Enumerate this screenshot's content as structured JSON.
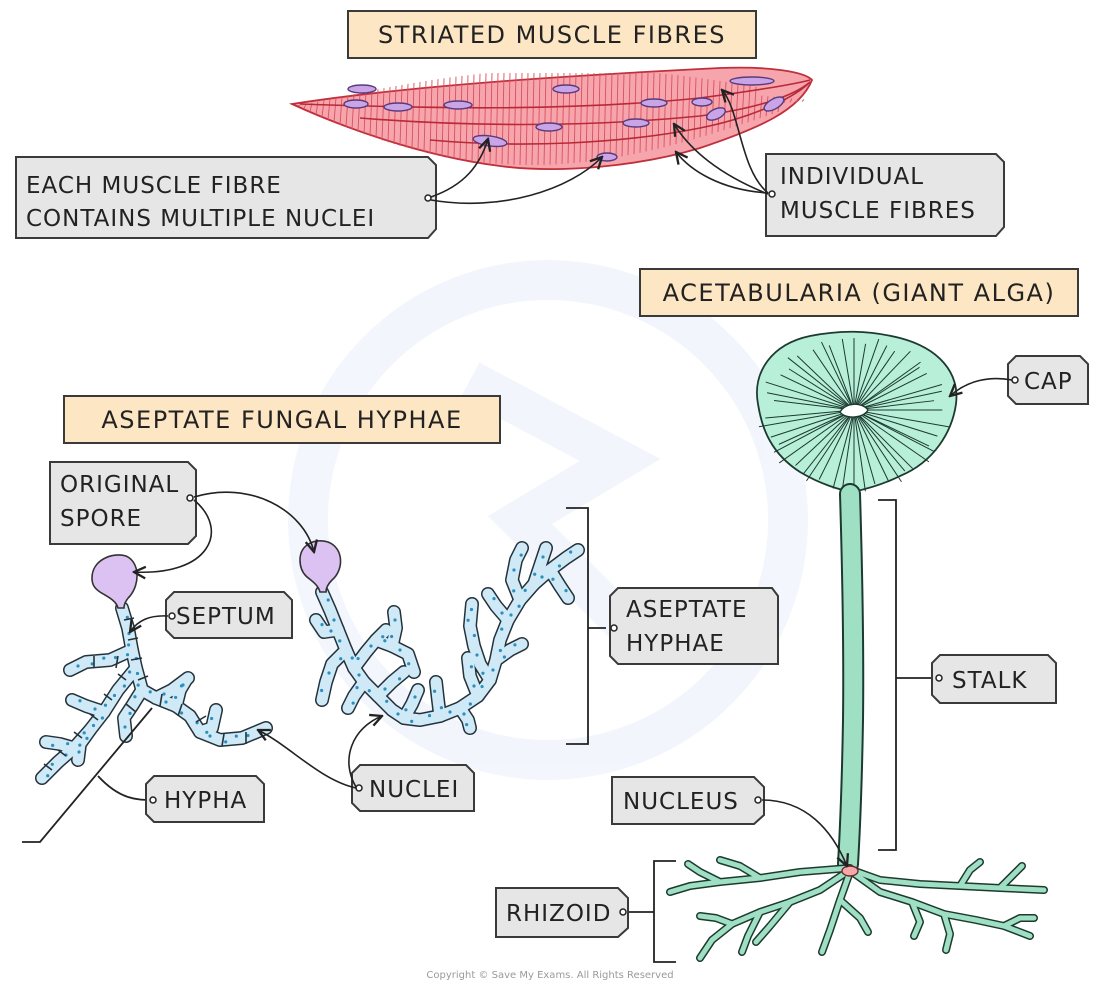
{
  "titles": {
    "muscle": "STRIATED MUSCLE FIBRES",
    "acetabularia": "ACETABULARIA (GIANT ALGA)",
    "fungal": "ASEPTATE FUNGAL HYPHAE"
  },
  "labels": {
    "multinuclei_line1": "EACH MUSCLE FIBRE",
    "multinuclei_line2": "CONTAINS MULTIPLE NUCLEI",
    "fibres_line1": "INDIVIDUAL",
    "fibres_line2": "MUSCLE FIBRES",
    "cap": "CAP",
    "stalk": "STALK",
    "nucleus": "NUCLEUS",
    "rhizoid": "RHIZOID",
    "spore_line1": "ORIGINAL",
    "spore_line2": "SPORE",
    "septum": "SEPTUM",
    "aseptate_line1": "ASEPTATE",
    "aseptate_line2": "HYPHAE",
    "hypha": "HYPHA",
    "nuclei": "NUCLEI"
  },
  "colors": {
    "title_fill": "#fde6c4",
    "label_fill": "#e6e6e6",
    "muscle_fill": "#f7a5ad",
    "muscle_nucleus": "#c9a4e6",
    "hypha_fill": "#cfeaf6",
    "hypha_dot": "#2b8fbf",
    "spore_fill": "#dcc2f2",
    "alga_fill": "#9fe0c4",
    "alga_nucleus": "#f5a8aa"
  },
  "footer": {
    "copyright": "Copyright © Save My Exams. All Rights Reserved"
  }
}
